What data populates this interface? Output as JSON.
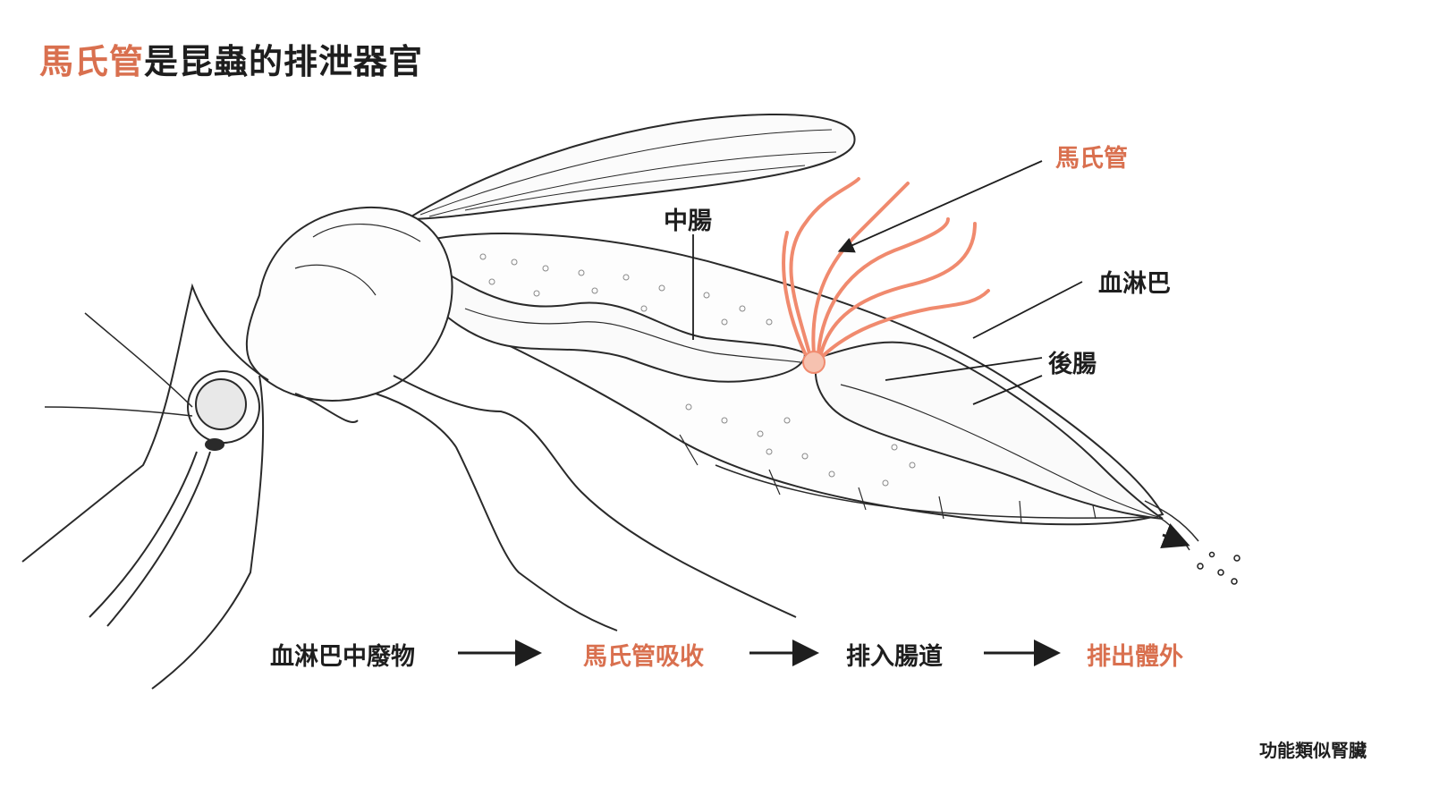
{
  "title": {
    "highlight": "馬氏管",
    "rest": "是昆蟲的排泄器官"
  },
  "labels": {
    "malpighian": "馬氏管",
    "midgut": "中腸",
    "hemolymph": "血淋巴",
    "hindgut": "後腸"
  },
  "flow": [
    {
      "text": "血淋巴中廢物",
      "accent": false
    },
    {
      "text": "馬氏管吸收",
      "accent": true
    },
    {
      "text": "排入腸道",
      "accent": false
    },
    {
      "text": "排出體外",
      "accent": true
    }
  ],
  "note": "功能類似腎臟",
  "colors": {
    "accent": "#d9704f",
    "ink": "#1e1e1e",
    "tube": "#f08a6e"
  }
}
